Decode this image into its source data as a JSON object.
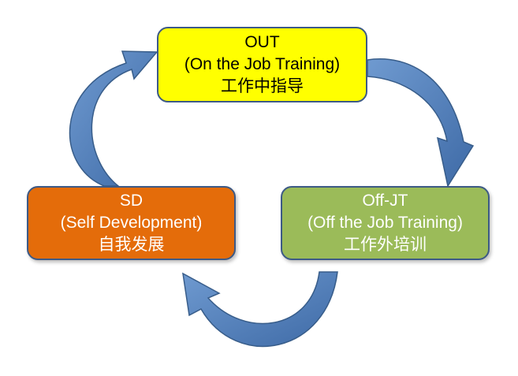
{
  "colors": {
    "arrow_fill": "#4f81bd",
    "arrow_stroke": "#385d8a",
    "box_border": "#3d5a86",
    "out_fill": "#ffff00",
    "sd_fill": "#e46c0a",
    "offjt_fill": "#9bbb59"
  },
  "boxes": {
    "out": {
      "abbr": "OUT",
      "full": "(On the Job Training)",
      "zh": "工作中指导"
    },
    "sd": {
      "abbr": "SD",
      "full": "(Self Development)",
      "zh": "自我发展"
    },
    "offjt": {
      "abbr": "Off-JT",
      "full": "(Off the Job Training)",
      "zh": "工作外培训"
    }
  },
  "arrows": [
    {
      "from": "OUT",
      "to": "Off-JT"
    },
    {
      "from": "Off-JT",
      "to": "SD"
    },
    {
      "from": "SD",
      "to": "OUT"
    }
  ]
}
